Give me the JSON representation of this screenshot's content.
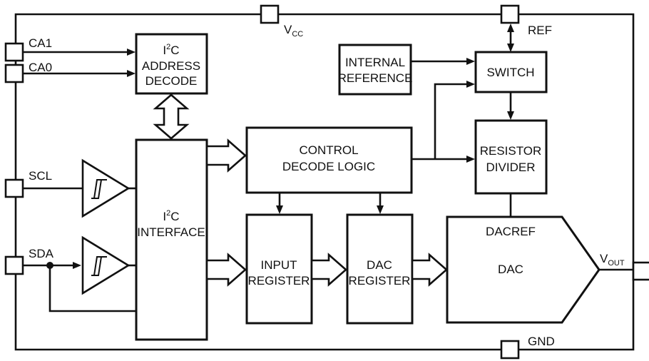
{
  "pins": {
    "vcc": {
      "main": "V",
      "sub": "CC"
    },
    "ref": "REF",
    "ca1": "CA1",
    "ca0": "CA0",
    "scl": "SCL",
    "sda": "SDA",
    "vout": {
      "main": "V",
      "sub": "OUT"
    },
    "gnd": "GND"
  },
  "blocks": {
    "address_decode": {
      "line1_a": "I",
      "line1_sup": "2",
      "line1_b": "C",
      "line2": "ADDRESS",
      "line3": "DECODE"
    },
    "internal_reference": {
      "line1": "INTERNAL",
      "line2": "REFERENCE"
    },
    "switch": {
      "line1": "SWITCH"
    },
    "control_decode": {
      "line1": "CONTROL",
      "line2": "DECODE LOGIC"
    },
    "resistor_divider": {
      "line1": "RESISTOR",
      "line2": "DIVIDER"
    },
    "i2c_interface": {
      "line1_a": "I",
      "line1_sup": "2",
      "line1_b": "C",
      "line2": "INTERFACE"
    },
    "input_register": {
      "line1": "INPUT",
      "line2": "REGISTER"
    },
    "dac_register": {
      "line1": "DAC",
      "line2": "REGISTER"
    },
    "dac": {
      "ref_label": "DACREF",
      "label": "DAC"
    }
  },
  "colors": {
    "stroke": "#111111",
    "background": "#ffffff"
  }
}
